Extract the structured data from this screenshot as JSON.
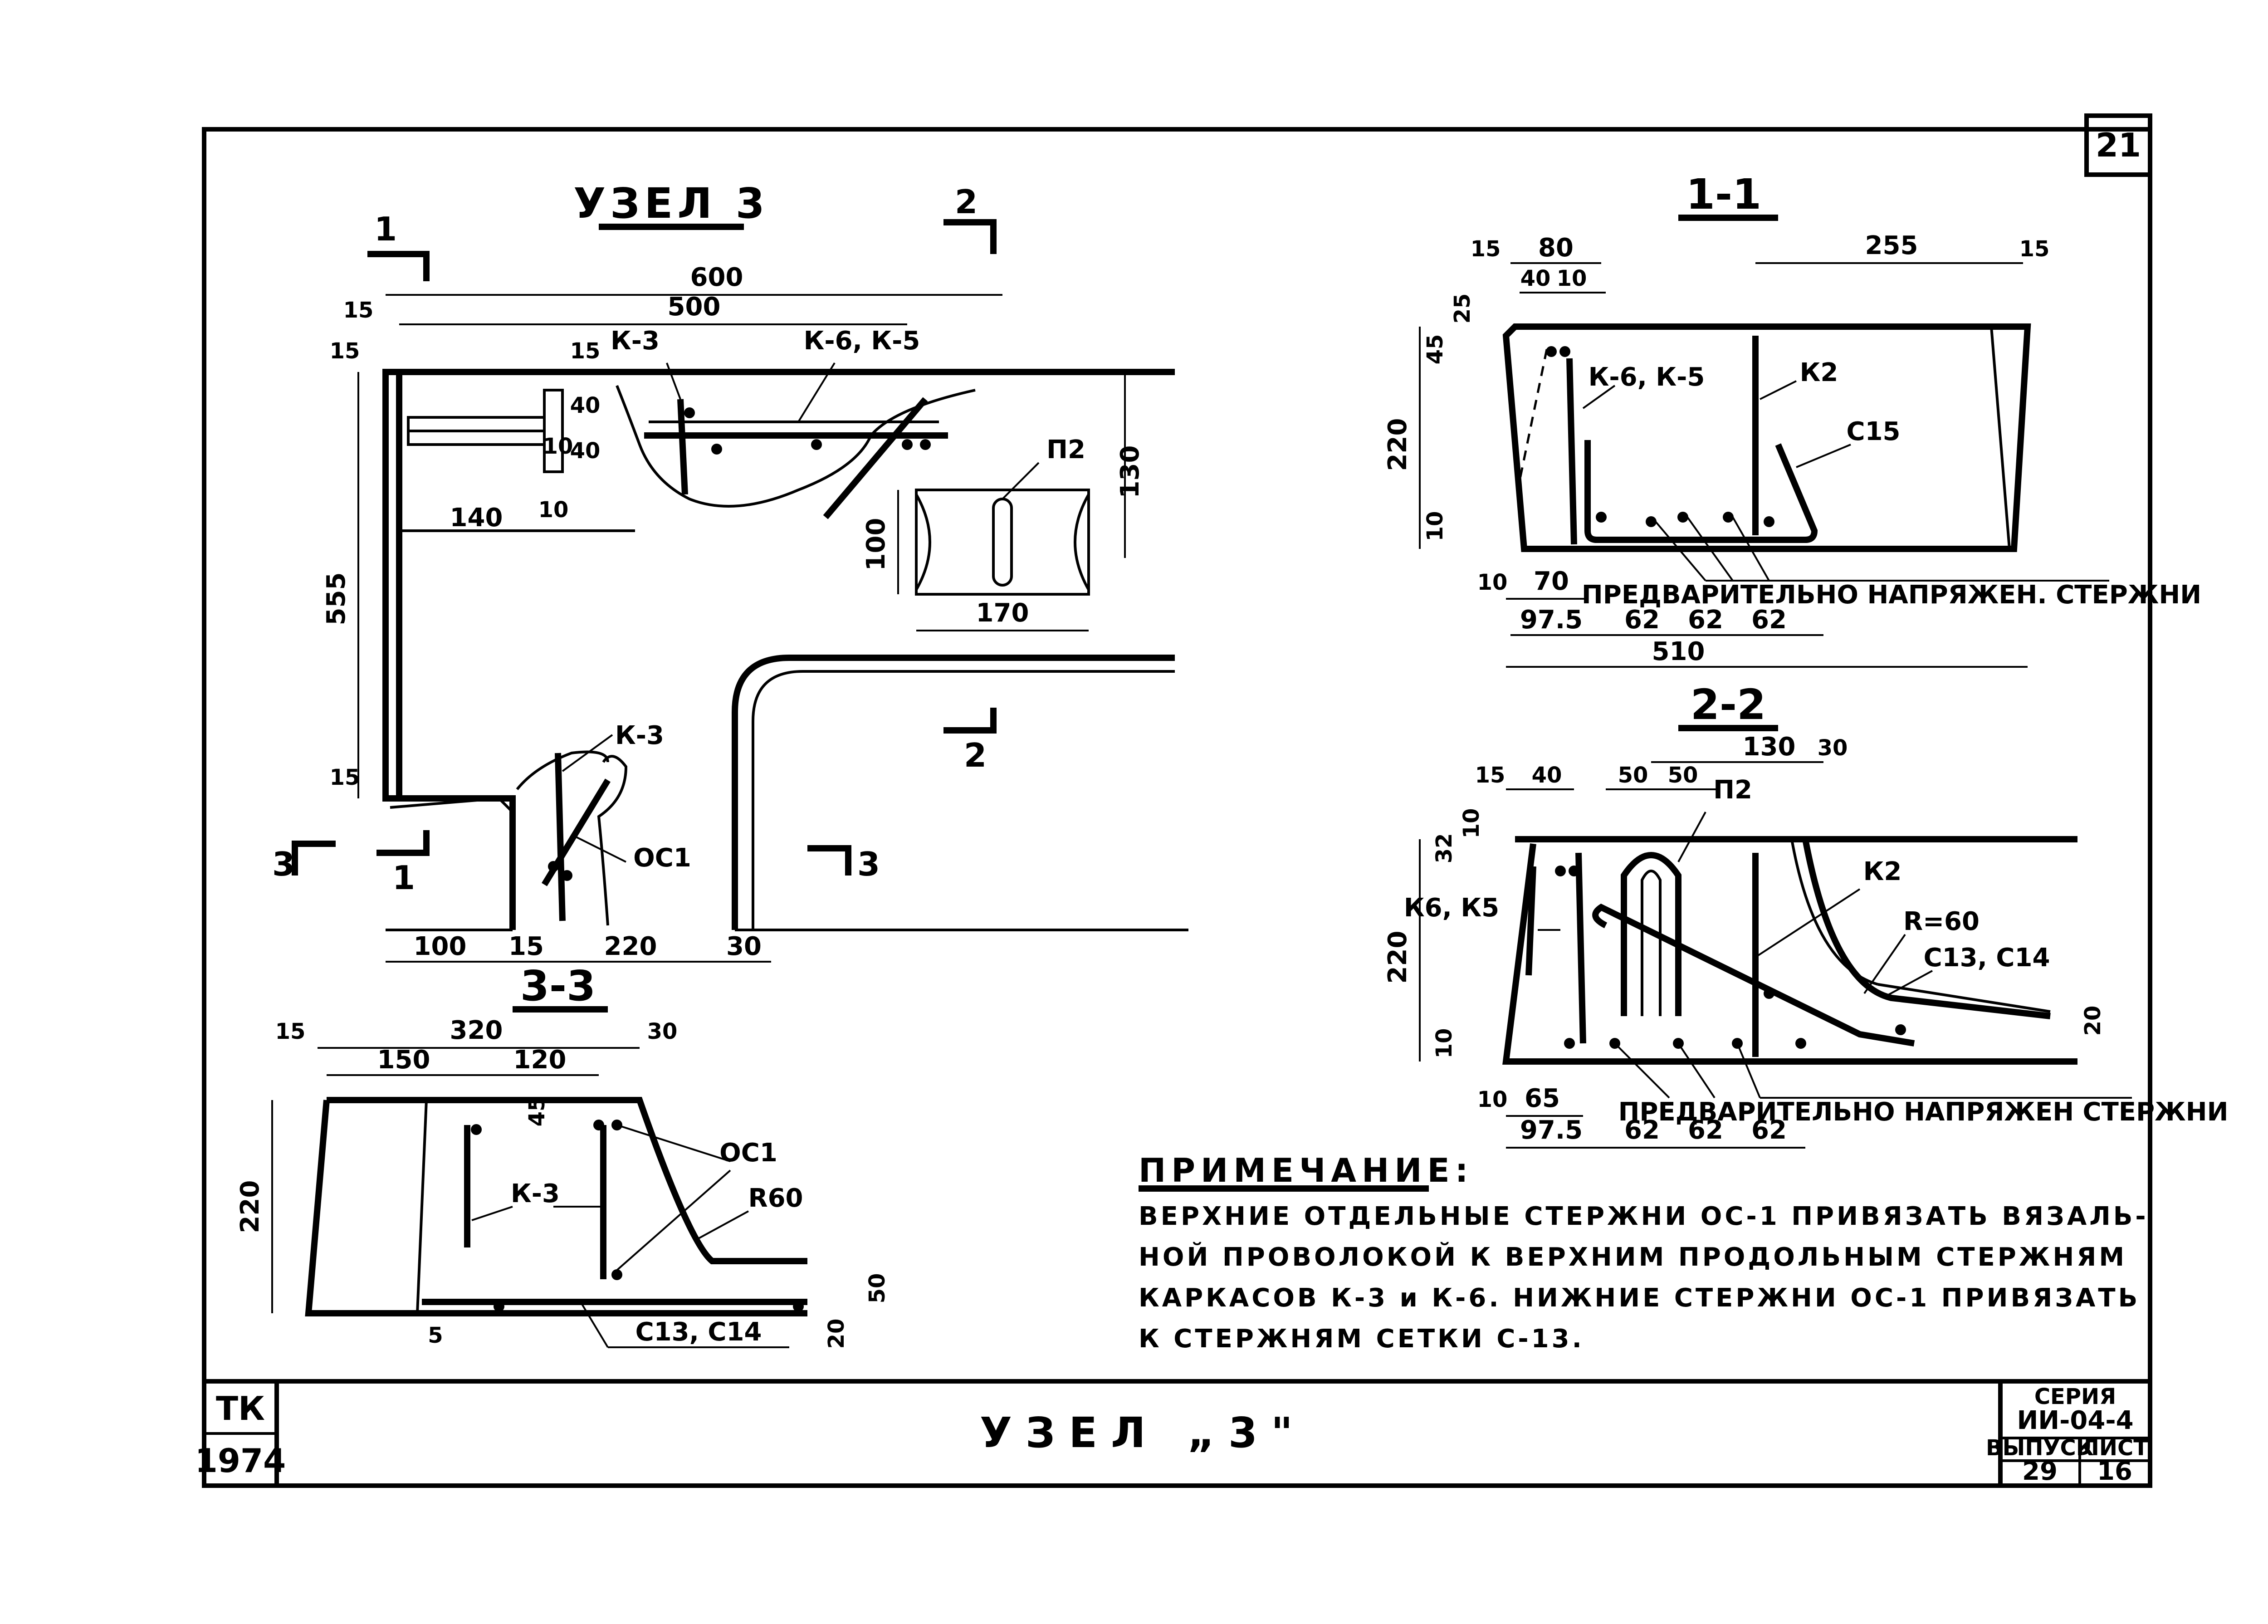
{
  "sheet_number": "21",
  "detail_title": "УЗЕЛ 3",
  "section_labels": {
    "s1": "1-1",
    "s2": "2-2",
    "s3": "3-3",
    "cut1": "1",
    "cut2": "2",
    "cut3": "3"
  },
  "labels": {
    "k3": "К-3",
    "k6k5": "К-6, К-5",
    "k6k5_22": "К6, К5",
    "k2": "К2",
    "p2": "П2",
    "c15": "С15",
    "oc1": "ОС1",
    "c13c14": "С13, С14",
    "r60_eq": "R=60",
    "r60": "R60",
    "prestressed_1": "ПРЕДВАРИТЕЛЬНО НАПРЯЖЕН. СТЕРЖНИ",
    "prestressed_2": "ПРЕДВАРИТЕЛЬНО НАПРЯЖЕН СТЕРЖНИ"
  },
  "dims": {
    "main": [
      "600",
      "500",
      "15",
      "15",
      "15",
      "40",
      "10",
      "40",
      "140",
      "10",
      "130",
      "100",
      "170",
      "555",
      "15",
      "100",
      "15",
      "220",
      "30"
    ],
    "s11": [
      "15",
      "80",
      "40",
      "10",
      "255",
      "15",
      "25",
      "45",
      "220",
      "10",
      "10",
      "70",
      "97.5",
      "62",
      "62",
      "62",
      "510"
    ],
    "s22": [
      "15",
      "40",
      "50",
      "50",
      "130",
      "30",
      "10",
      "32",
      "220",
      "10",
      "10",
      "65",
      "97.5",
      "62",
      "62",
      "62",
      "20"
    ],
    "s33": [
      "15",
      "320",
      "30",
      "150",
      "120",
      "45",
      "220",
      "5",
      "20",
      "50"
    ]
  },
  "note": {
    "heading": "ПРИМЕЧАНИЕ:",
    "lines": [
      "ВЕРХНИЕ ОТДЕЛЬНЫЕ СТЕРЖНИ ОС-1 ПРИВЯЗАТЬ ВЯЗАЛЬ-",
      "НОЙ ПРОВОЛОКОЙ К ВЕРХНИМ ПРОДОЛЬНЫМ СТЕРЖНЯМ",
      "КАРКАСОВ К-3 и К-6. НИЖНИЕ СТЕРЖНИ ОС-1 ПРИВЯЗАТЬ",
      "К СТЕРЖНЯМ СЕТКИ С-13."
    ]
  },
  "title_block": {
    "org": "ТК",
    "year": "1974",
    "title": "УЗЕЛ „3\"",
    "series_label": "СЕРИЯ",
    "series_value": "ИИ-04-4",
    "issue_label": "ВЫПУСК",
    "issue_value": "29",
    "sheet_label": "ЛИСТ",
    "sheet_value": "16"
  }
}
